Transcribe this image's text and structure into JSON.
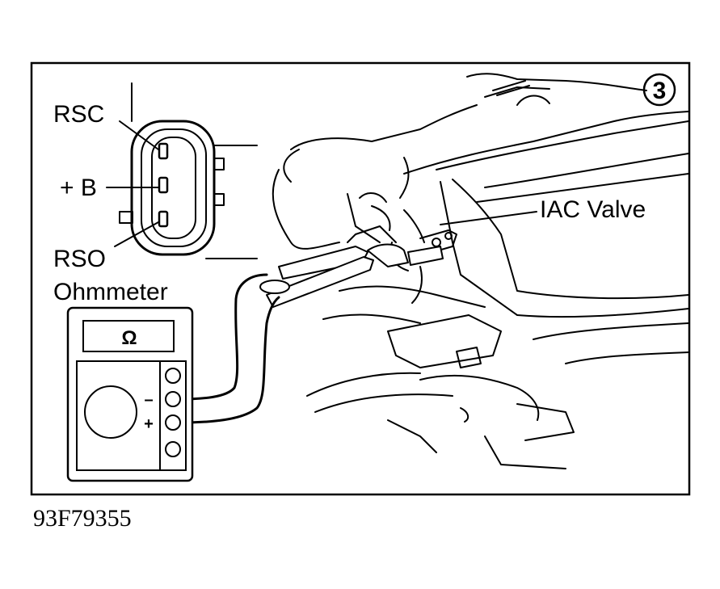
{
  "figure": {
    "step_number": "3",
    "labels": {
      "rsc": "RSC",
      "plus_b": "+ B",
      "rso": "RSO",
      "ohmmeter": "Ohmmeter",
      "iac_valve": "IAC Valve"
    },
    "meter": {
      "display_symbol": "Ω",
      "minus_sign": "–",
      "plus_sign": "+"
    },
    "figure_code": "93F79355"
  }
}
